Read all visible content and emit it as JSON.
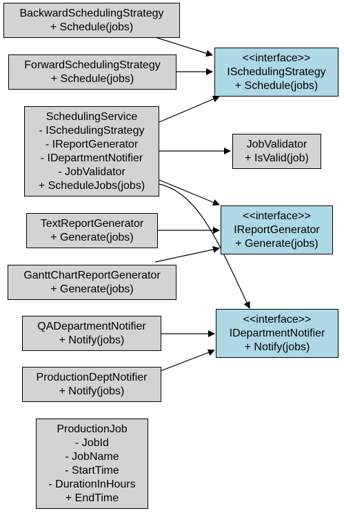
{
  "colors": {
    "class_fill": "#d3d3d3",
    "interface_fill": "#add8e6",
    "stroke": "#000000"
  },
  "nodes": {
    "backward": {
      "lines": [
        "BackwardSchedulingStrategy",
        "+ Schedule(jobs)"
      ]
    },
    "forward": {
      "lines": [
        "ForwardSchedulingStrategy",
        "+ Schedule(jobs)"
      ]
    },
    "ischeduling": {
      "lines": [
        "<<interface>>",
        "ISchedulingStrategy",
        "+ Schedule(jobs)"
      ]
    },
    "service": {
      "lines": [
        "SchedulingService",
        "- ISchedulingStrategy",
        "- IReportGenerator",
        "- IDepartmentNotifier",
        "- JobValidator",
        "+ ScheduleJobs(jobs)"
      ]
    },
    "validator": {
      "lines": [
        "JobValidator",
        "+ IsValid(job)"
      ]
    },
    "ireport": {
      "lines": [
        "<<interface>>",
        "IReportGenerator",
        "+ Generate(jobs)"
      ]
    },
    "textreport": {
      "lines": [
        "TextReportGenerator",
        "+ Generate(jobs)"
      ]
    },
    "gantt": {
      "lines": [
        "GanttChartReportGenerator",
        "+ Generate(jobs)"
      ]
    },
    "qa": {
      "lines": [
        "QADepartmentNotifier",
        "+ Notify(jobs)"
      ]
    },
    "idept": {
      "lines": [
        "<<interface>>",
        "IDepartmentNotifier",
        "+ Notify(jobs)"
      ]
    },
    "production": {
      "lines": [
        "ProductionDeptNotifier",
        "+ Notify(jobs)"
      ]
    },
    "job": {
      "lines": [
        "ProductionJob",
        "- JobId",
        "- JobName",
        "- StartTime",
        "- DurationInHours",
        "+ EndTime"
      ]
    }
  }
}
